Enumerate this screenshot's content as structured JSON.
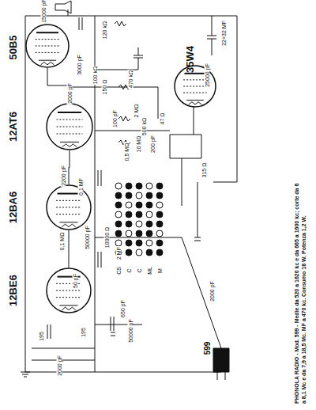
{
  "diagram": {
    "caption": "PHONOLA RADIO - Mod. 599 - Medie da 520 a 1620 kc e da 665 a 1600 kc; corte da 6 a 8,1 Mc e da 7,9 a 18,5 Mc. MF a 470 kc. Consumo 18 W. Potenza 1,2 W.",
    "nodes": [
      {
        "text": [
          "50B5"
        ]
      },
      {
        "text": [
          "12AT6"
        ]
      },
      {
        "text": [
          "12BA6"
        ]
      },
      {
        "text": [
          "12BE6"
        ]
      },
      {
        "text": [
          "35W4"
        ]
      }
    ],
    "edges": [
      {
        "from": 3,
        "to": 2,
        "arrow": "none"
      },
      {
        "from": 2,
        "to": 1,
        "arrow": "none"
      },
      {
        "from": 1,
        "to": 0,
        "arrow": "none"
      }
    ],
    "labels": [
      "15000 pF",
      "120 kΩ",
      "22+32 MF",
      "25000 pF",
      "3000 pF",
      "150 Ω",
      "470 kΩ",
      "100 kΩ",
      "2 MΩ",
      "500 kΩ",
      "2000 pF",
      "0,5 MΩ",
      "100 pF",
      "10 MΩ",
      "200 pF",
      "2200 pF",
      "0,1 MF",
      "50000 pF",
      "10000 Ω",
      "0,1 MΩ",
      "2 MF",
      "50 pF",
      "650 pF",
      "195",
      "195",
      "50000 pF",
      "2000 pF",
      "47 Ω",
      "315 Ω",
      "2000 pF",
      "CS",
      "C",
      "C",
      "ML",
      "M",
      "599"
    ]
  }
}
